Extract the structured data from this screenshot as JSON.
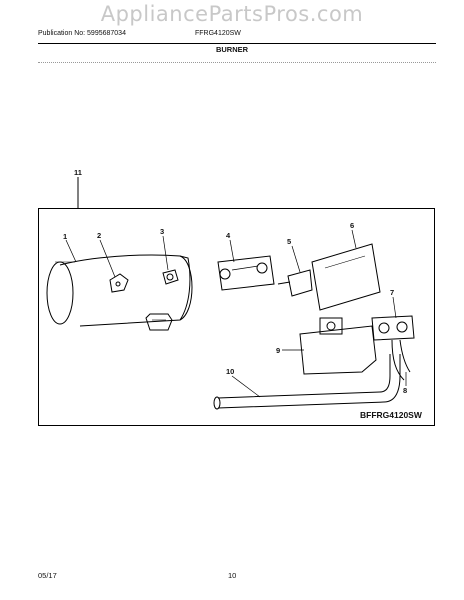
{
  "watermark": "AppliancePartsPros.com",
  "header": {
    "publication": "Publication No: 5995687034",
    "model": "FFRG4120SW",
    "section_title": "BURNER"
  },
  "diagram": {
    "callouts": [
      "1",
      "2",
      "3",
      "4",
      "5",
      "6",
      "7",
      "8",
      "9",
      "10",
      "11"
    ],
    "model_label": "BFFRG4120SW"
  },
  "footer": {
    "date": "05/17",
    "page_number": "10"
  }
}
